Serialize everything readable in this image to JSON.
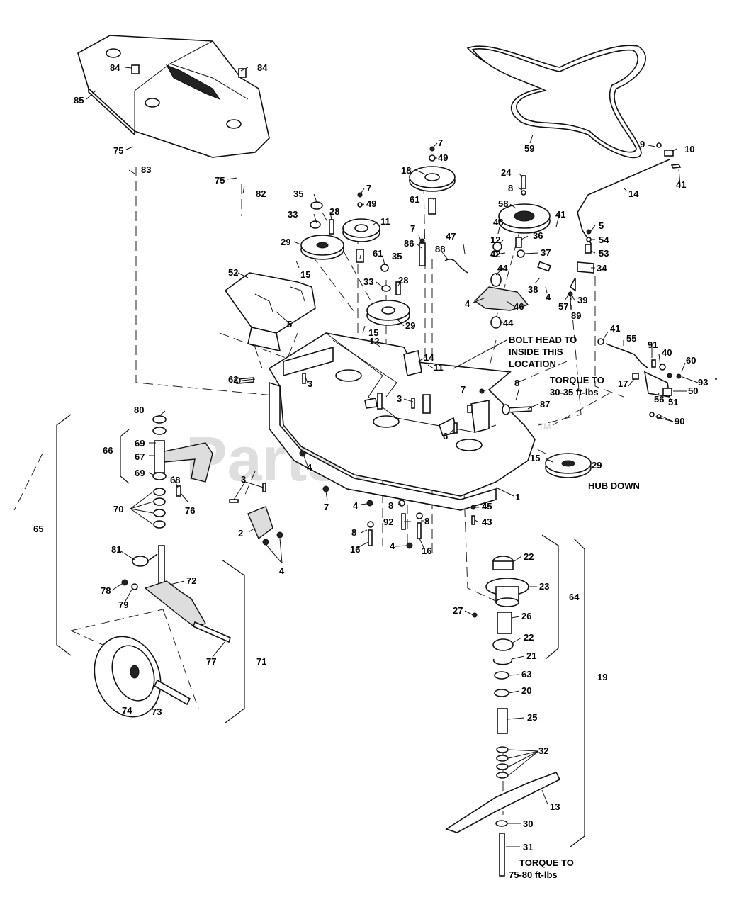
{
  "watermark": {
    "text": "PartsTree",
    "tm": "TM"
  },
  "notes": {
    "bolt_head_1": "BOLT HEAD TO",
    "bolt_head_2": "INSIDE THIS",
    "bolt_head_3": "LOCATION",
    "torque_a_1": "TORQUE TO",
    "torque_a_2": "30-35 ft-lbs",
    "hub_down": "HUB DOWN",
    "torque_b_1": "TORQUE TO",
    "torque_b_2": "75-80 ft-lbs"
  },
  "callouts": {
    "c84a": "84",
    "c84b": "84",
    "c85": "85",
    "c75a": "75",
    "c83": "83",
    "c75b": "75",
    "c82": "82",
    "c59": "59",
    "c9": "9",
    "c10": "10",
    "c41a": "41",
    "c14a": "14",
    "c7a": "7",
    "c49a": "49",
    "c18": "18",
    "c61a": "61",
    "c24": "24",
    "c8a": "8",
    "c58": "58",
    "c41b": "41",
    "c5a": "5",
    "c54": "54",
    "c53": "53",
    "c34": "34",
    "c35a": "35",
    "c33a": "33",
    "c28a": "28",
    "c7b": "7",
    "c49b": "49",
    "c11a": "11",
    "c29a": "29",
    "c15a": "15",
    "c7c": "7",
    "c86": "86",
    "c47": "47",
    "c48": "48",
    "c12a": "12",
    "c36": "36",
    "c42": "42",
    "c37": "37",
    "c88": "88",
    "c61b": "61",
    "c35b": "35",
    "c33b": "33",
    "c28b": "28",
    "c44a": "44",
    "c38": "38",
    "c4a": "4",
    "c57": "57",
    "c39": "39",
    "c89": "89",
    "c46": "46",
    "c44b": "44",
    "c52": "52",
    "c5b": "5",
    "c15b": "15",
    "c29b": "29",
    "c12b": "12",
    "c41c": "41",
    "c55": "55",
    "c91": "91",
    "c40": "40",
    "c60": "60",
    "c93": "93",
    "c17": "17",
    "c56": "56",
    "c51": "51",
    "c50": "50",
    "c90": "90",
    "c14b": "14",
    "c11b": "11",
    "c62": "62",
    "c3a": "3",
    "c7d": "7",
    "c8b": "8",
    "c87": "87",
    "c3b": "3",
    "c6": "6",
    "c80": "80",
    "c69a": "69",
    "c66": "66",
    "c67": "67",
    "c69b": "69",
    "c68": "68",
    "c4b": "4",
    "c15c": "15",
    "c29c": "29",
    "c3c": "3",
    "c76": "76",
    "c70": "70",
    "c7e": "7",
    "c1": "1",
    "c2": "2",
    "c4c": "4",
    "c65": "65",
    "c4d": "4",
    "c8c": "8",
    "c45": "45",
    "c43": "43",
    "c8d": "8",
    "c92": "92",
    "c8e": "8",
    "c16a": "16",
    "c4e": "4",
    "c16b": "16",
    "c81": "81",
    "c78": "78",
    "c79": "79",
    "c72": "72",
    "c22a": "22",
    "c23": "23",
    "c64": "64",
    "c27": "27",
    "c26": "26",
    "c22b": "22",
    "c21": "21",
    "c77": "77",
    "c71": "71",
    "c19": "19",
    "c63": "63",
    "c20": "20",
    "c74": "74",
    "c73": "73",
    "c25": "25",
    "c32": "32",
    "c13": "13",
    "c30": "30",
    "c31": "31"
  }
}
